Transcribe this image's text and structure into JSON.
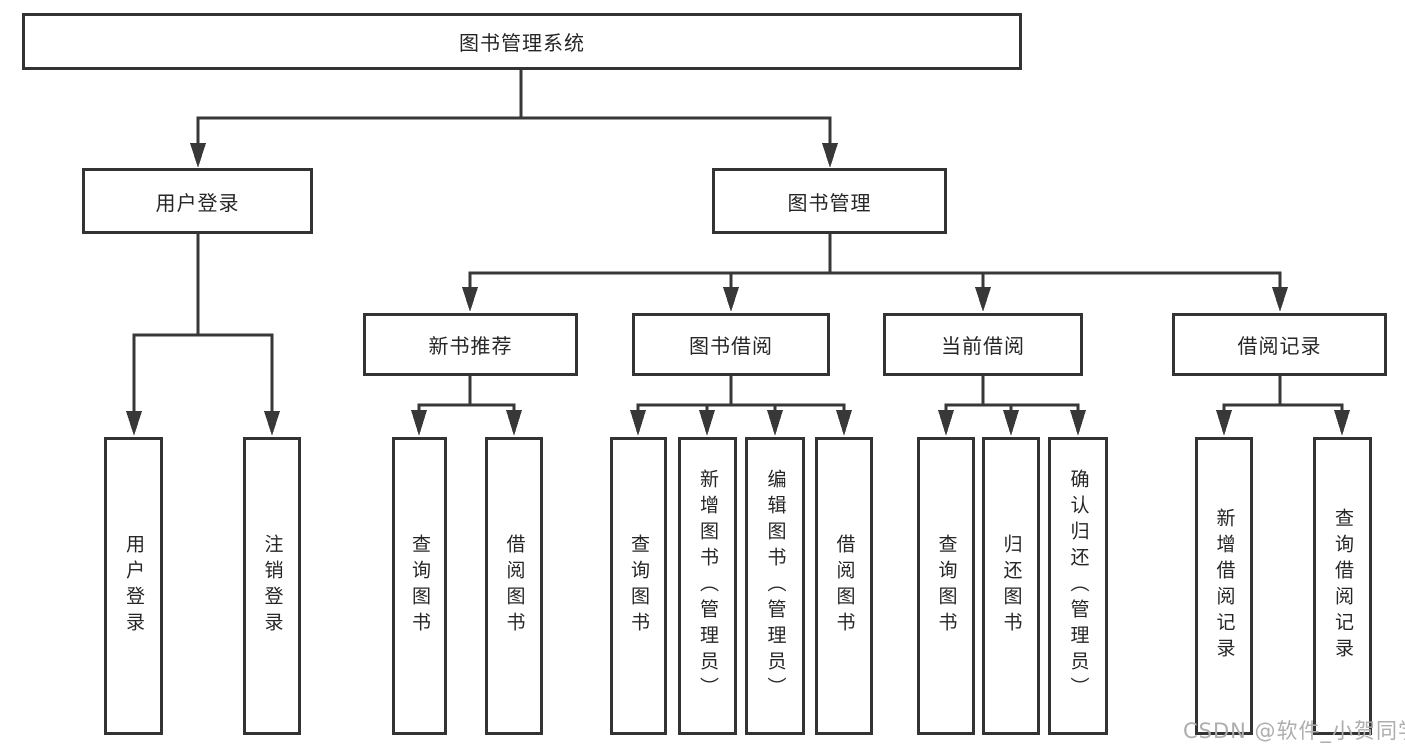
{
  "diagram": {
    "type": "tree",
    "colors": {
      "line": "#383838",
      "box_border": "#333333",
      "text": "#262626",
      "background": "#ffffff",
      "watermark": "#aeaeae"
    },
    "root": {
      "label": "图书管理系统"
    },
    "level2": [
      {
        "label": "用户登录",
        "parent": "图书管理系统"
      },
      {
        "label": "图书管理",
        "parent": "图书管理系统"
      }
    ],
    "level3": [
      {
        "label": "新书推荐",
        "parent": "图书管理"
      },
      {
        "label": "图书借阅",
        "parent": "图书管理"
      },
      {
        "label": "当前借阅",
        "parent": "图书管理"
      },
      {
        "label": "借阅记录",
        "parent": "图书管理"
      }
    ],
    "leaves": [
      {
        "label": "用户登录",
        "parent": "用户登录"
      },
      {
        "label": "注销登录",
        "parent": "用户登录"
      },
      {
        "label": "查询图书",
        "parent": "新书推荐"
      },
      {
        "label": "借阅图书",
        "parent": "新书推荐"
      },
      {
        "label": "查询图书",
        "parent": "图书借阅"
      },
      {
        "label": "新增图书（管理员）",
        "parent": "图书借阅"
      },
      {
        "label": "编辑图书（管理员）",
        "parent": "图书借阅"
      },
      {
        "label": "借阅图书",
        "parent": "图书借阅"
      },
      {
        "label": "查询图书",
        "parent": "当前借阅"
      },
      {
        "label": "归还图书",
        "parent": "当前借阅"
      },
      {
        "label": "确认归还（管理员）",
        "parent": "当前借阅"
      },
      {
        "label": "新增借阅记录",
        "parent": "借阅记录"
      },
      {
        "label": "查询借阅记录",
        "parent": "借阅记录"
      }
    ],
    "watermark": {
      "text": "CSDN @软件_小贺同学"
    }
  }
}
